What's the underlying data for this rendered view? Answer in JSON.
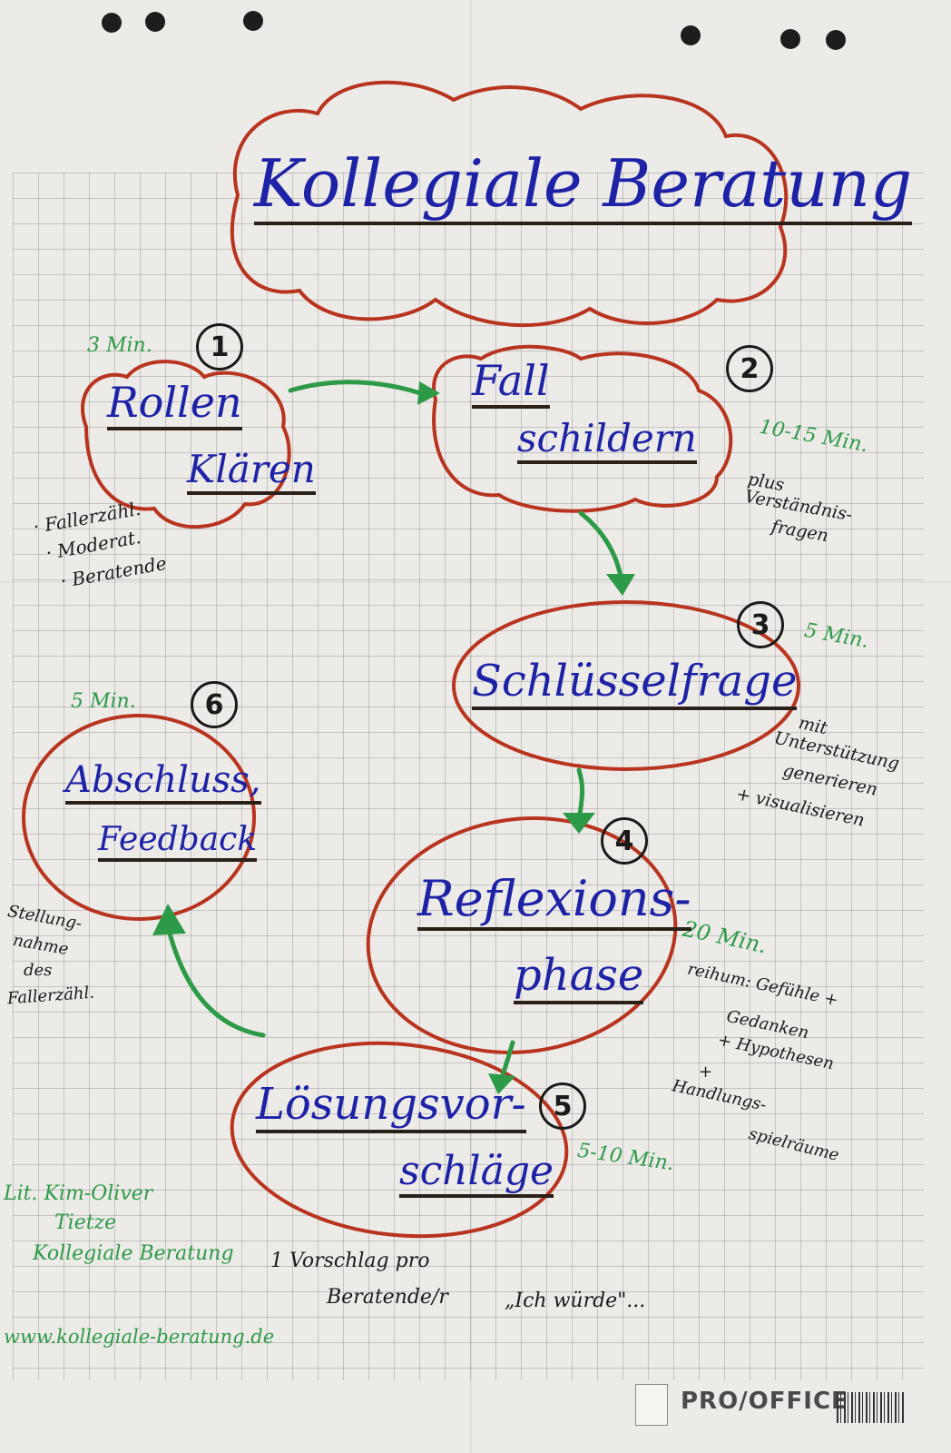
{
  "title": "Kollegiale Beratung",
  "steps": [
    {
      "number": "1",
      "time": "3 Min.",
      "line1": "Rollen",
      "line2": "Klären",
      "notes": [
        "· Fallerzähl.",
        "· Moderat.",
        "· Beratende"
      ]
    },
    {
      "number": "2",
      "time": "10-15 Min.",
      "line1": "Fall",
      "line2": "schildern",
      "notes": [
        "plus",
        "Verständnis-",
        "fragen"
      ]
    },
    {
      "number": "3",
      "time": "5 Min.",
      "line1": "Schlüsselfrage",
      "notes": [
        "mit",
        "Unterstützung",
        "generieren",
        "+ visualisieren"
      ]
    },
    {
      "number": "4",
      "time": "20 Min.",
      "line1": "Reflexions-",
      "line2": "phase",
      "notes": [
        "reihum: Gefühle +",
        "Gedanken",
        "+ Hypothesen",
        "+",
        "Handlungs-",
        "spielräume"
      ]
    },
    {
      "number": "5",
      "time": "5-10 Min.",
      "line1": "Lösungsvor-",
      "line2": "schläge",
      "notes": [
        "1 Vorschlag pro",
        "Beratende/r",
        "„Ich würde\"..."
      ]
    },
    {
      "number": "6",
      "time": "5 Min.",
      "line1": "Abschluss,",
      "line2": "Feedback",
      "notes": [
        "Stellung-",
        "nahme",
        "des",
        "Fallerzähl."
      ]
    }
  ],
  "literature": {
    "lines": [
      "Lit. Kim-Oliver",
      "Tietze",
      "Kollegiale Beratung"
    ],
    "url": "www.kollegiale-beratung.de"
  },
  "brand": "PRO/OFFICE",
  "colors": {
    "ink_blue": "#1d22a6",
    "ink_red": "#b8341f",
    "ink_green": "#2d9a47",
    "ink_black": "#1a1a1a"
  }
}
